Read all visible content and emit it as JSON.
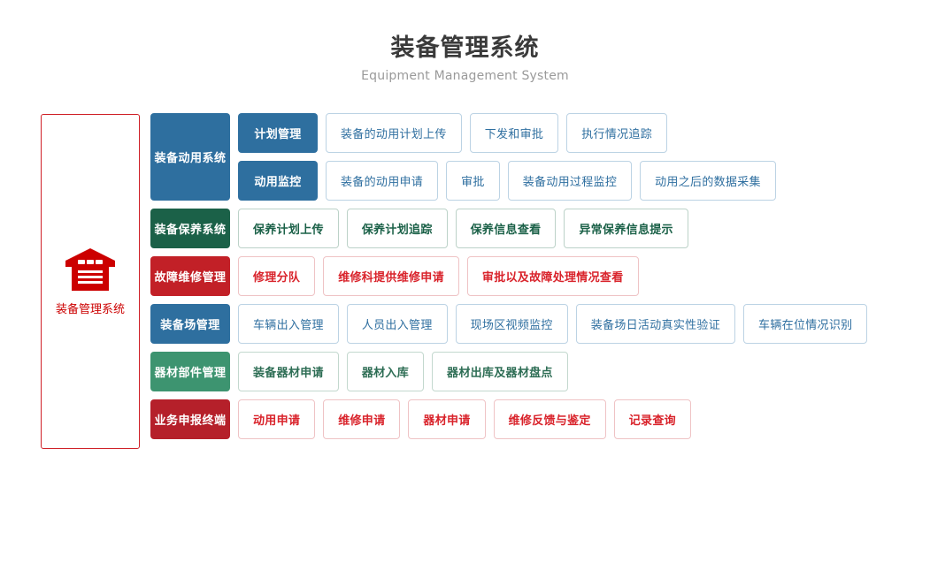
{
  "header": {
    "title": "装备管理系统",
    "subtitle": "Equipment Management System"
  },
  "brand_panel": {
    "label": "装备管理系统",
    "icon": "warehouse-icon",
    "accent_color": "#cc0000",
    "border_color": "#cf2027"
  },
  "colors": {
    "blue": "#2e6f9f",
    "dark_green": "#1b6148",
    "red": "#c22027",
    "green": "#3d9470",
    "brick_red": "#b5202a"
  },
  "rows": [
    {
      "category": "装备动用系统",
      "theme": "blue",
      "tall": true,
      "subrows": [
        {
          "items": [
            {
              "label": "计划管理",
              "style": "filled"
            },
            {
              "label": "装备的动用计划上传",
              "style": "outline"
            },
            {
              "label": "下发和审批",
              "style": "outline"
            },
            {
              "label": "执行情况追踪",
              "style": "outline"
            }
          ]
        },
        {
          "items": [
            {
              "label": "动用监控",
              "style": "filled"
            },
            {
              "label": "装备的动用申请",
              "style": "outline"
            },
            {
              "label": "审批",
              "style": "outline"
            },
            {
              "label": "装备动用过程监控",
              "style": "outline"
            },
            {
              "label": "动用之后的数据采集",
              "style": "outline"
            }
          ]
        }
      ]
    },
    {
      "category": "装备保养系统",
      "theme": "darkgreen",
      "tall": false,
      "subrows": [
        {
          "items": [
            {
              "label": "保养计划上传",
              "style": "outline"
            },
            {
              "label": "保养计划追踪",
              "style": "outline"
            },
            {
              "label": "保养信息查看",
              "style": "outline"
            },
            {
              "label": "异常保养信息提示",
              "style": "outline"
            }
          ]
        }
      ]
    },
    {
      "category": "故障维修管理",
      "theme": "red",
      "tall": false,
      "subrows": [
        {
          "items": [
            {
              "label": "修理分队",
              "style": "outline"
            },
            {
              "label": "维修科提供维修申请",
              "style": "outline"
            },
            {
              "label": "审批以及故障处理情况查看",
              "style": "outline"
            }
          ]
        }
      ]
    },
    {
      "category": "装备场管理",
      "theme": "blue",
      "tall": false,
      "subrows": [
        {
          "items": [
            {
              "label": "车辆出入管理",
              "style": "outline"
            },
            {
              "label": "人员出入管理",
              "style": "outline"
            },
            {
              "label": "现场区视频监控",
              "style": "outline"
            },
            {
              "label": "装备场日活动真实性验证",
              "style": "outline"
            },
            {
              "label": "车辆在位情况识别",
              "style": "outline"
            }
          ]
        }
      ]
    },
    {
      "category": "器材部件管理",
      "theme": "green",
      "tall": false,
      "subrows": [
        {
          "items": [
            {
              "label": "装备器材申请",
              "style": "outline"
            },
            {
              "label": "器材入库",
              "style": "outline"
            },
            {
              "label": "器材出库及器材盘点",
              "style": "outline"
            }
          ]
        }
      ]
    },
    {
      "category": "业务申报终端",
      "theme": "brick",
      "tall": false,
      "subrows": [
        {
          "items": [
            {
              "label": "动用申请",
              "style": "outline"
            },
            {
              "label": "维修申请",
              "style": "outline"
            },
            {
              "label": "器材申请",
              "style": "outline"
            },
            {
              "label": "维修反馈与鉴定",
              "style": "outline"
            },
            {
              "label": "记录查询",
              "style": "outline"
            }
          ]
        }
      ]
    }
  ]
}
